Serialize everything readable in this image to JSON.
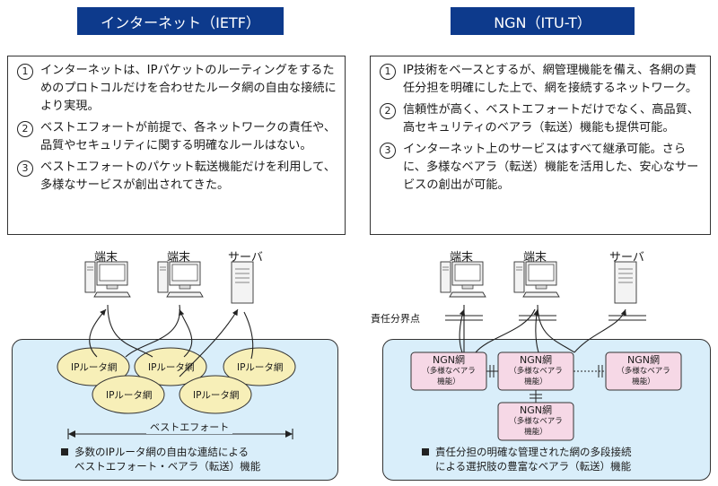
{
  "left": {
    "title": "インターネット（IETF）",
    "items": [
      {
        "num": "1",
        "text": "インターネットは、IPパケットのルーティングをするためのプロトコルだけを合わせたルータ網の自由な接続により実現。"
      },
      {
        "num": "2",
        "text": "ベストエフォートが前提で、各ネットワークの責任や、品質やセキュリティに関する明確なルールはない。"
      },
      {
        "num": "3",
        "text": "ベストエフォートのパケット転送機能だけを利用して、多様なサービスが創出されてきた。"
      }
    ],
    "devices": {
      "terminal1": "端末",
      "terminal2": "端末",
      "server": "サーバ"
    },
    "routers": [
      "IPルータ網",
      "IPルータ網",
      "IPルータ網",
      "IPルータ網",
      "IPルータ網"
    ],
    "best_effort": "ベストエフォート",
    "caption_line1": "多数のIPルータ網の自由な連結による",
    "caption_line2": "ベストエフォート・ベアラ（転送）機能"
  },
  "right": {
    "title": "NGN（ITU-T）",
    "items": [
      {
        "num": "1",
        "text": "IP技術をベースとするが、網管理機能を備え、各網の責任分担を明確にした上で、網を接続するネットワーク。"
      },
      {
        "num": "2",
        "text": "信頼性が高く、ベストエフォートだけでなく、高品質、高セキュリティのベアラ（転送）機能も提供可能。"
      },
      {
        "num": "3",
        "text": "インターネット上のサービスはすべて継承可能。さらに、多様なベアラ（転送）機能を活用した、安心なサービスの創出が可能。"
      }
    ],
    "devices": {
      "terminal1": "端末",
      "terminal2": "端末",
      "server": "サーバ"
    },
    "boundary_label": "責任分界点",
    "ngn_boxes": [
      {
        "name": "NGN網",
        "sub1": "（多様なベアラ",
        "sub2": "機能）"
      },
      {
        "name": "NGN網",
        "sub1": "（多様なベアラ",
        "sub2": "機能）"
      },
      {
        "name": "NGN網",
        "sub1": "（多様なベアラ",
        "sub2": "機能）"
      },
      {
        "name": "NGN網",
        "sub1": "（多様なベアラ",
        "sub2": "機能）"
      }
    ],
    "caption_line1": "責任分担の明確な管理された網の多段接続",
    "caption_line2": "による選択肢の豊富なベアラ（転送）機能"
  },
  "colors": {
    "title_bg": "#0d3a8c",
    "net_bg": "#d9eefa",
    "router_fill": "#f7efb8",
    "ngn_fill": "#f6d8e6"
  }
}
